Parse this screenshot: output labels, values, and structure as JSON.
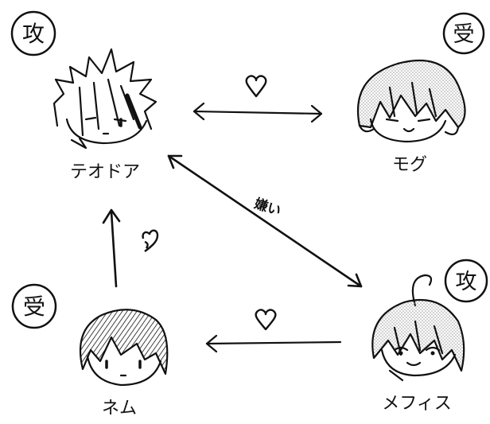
{
  "characters": {
    "theodore": {
      "name": "テオドア",
      "role": "攻"
    },
    "mog": {
      "name": "モグ",
      "role": "受"
    },
    "nemu": {
      "name": "ネム",
      "role": "受"
    },
    "mephistus": {
      "name": "メフィス",
      "role": "攻"
    }
  },
  "relations": {
    "dislike_label": "嫌い"
  },
  "colors": {
    "ink": "#111111",
    "paper": "#ffffff",
    "tone": "#9a9a9a"
  },
  "icons": {
    "relation_symbol": "heart-icon",
    "character_portrait": "chibi-head"
  }
}
